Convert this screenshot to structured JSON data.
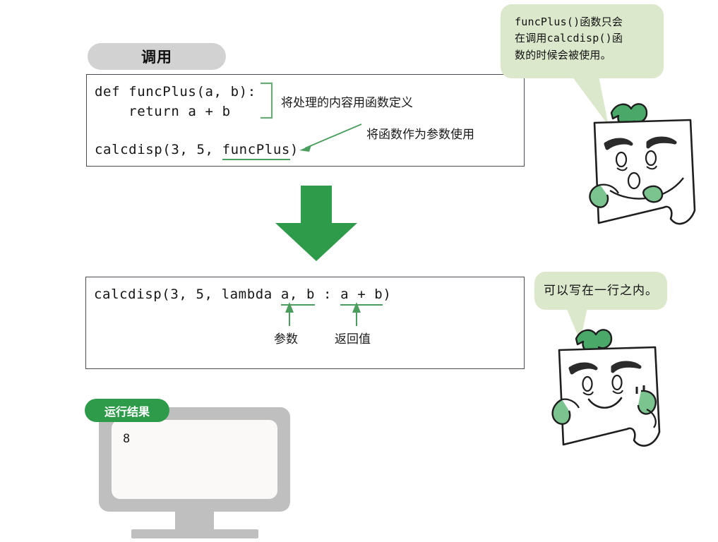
{
  "page": {
    "title": "Python lambda 函数说明图",
    "background": "#ffffff",
    "accent_green": "#2e9b4a",
    "bubble_green": "#dce8cc",
    "annotation_green": "#4a9e5e",
    "pill_gray": "#d2d2d2",
    "monitor_gray": "#bfbfbf"
  },
  "section_call": {
    "pill_label": "调用",
    "code": {
      "line1": "def funcPlus(a, b):",
      "line2": "    return a + b",
      "line3": "calcdisp(3, 5, funcPlus)",
      "line3_prefix": "calcdisp(3, 5, ",
      "line3_underlined": "funcPlus",
      "line3_suffix": ")"
    },
    "annotations": [
      {
        "id": "define-note",
        "text": "将处理的内容用函数定义"
      },
      {
        "id": "pass-func-note",
        "text": "将函数作为参数使用"
      }
    ]
  },
  "flow_arrow": {
    "direction": "down",
    "color": "#2e9b4a"
  },
  "section_lambda": {
    "code": {
      "prefix": "calcdisp(3, 5, lambda ",
      "params": "a, b",
      "middle": " : ",
      "body": "a + b",
      "suffix": ")",
      "full": "calcdisp(3, 5, lambda a, b : a + b)"
    },
    "annotations": [
      {
        "id": "params-label",
        "text": "参数"
      },
      {
        "id": "return-label",
        "text": "返回值"
      }
    ]
  },
  "bubbles": [
    {
      "id": "bubble-top",
      "text": "funcPlus()函数只会\n在调用calcdisp()函\n数的时候会被使用。"
    },
    {
      "id": "bubble-bottom",
      "text": "可以写在一行之内。"
    }
  ],
  "result": {
    "pill_label": "运行结果",
    "output": "8"
  },
  "characters": [
    {
      "id": "char-angry",
      "expression": "angry-pucker"
    },
    {
      "id": "char-smile",
      "expression": "smiling"
    }
  ]
}
